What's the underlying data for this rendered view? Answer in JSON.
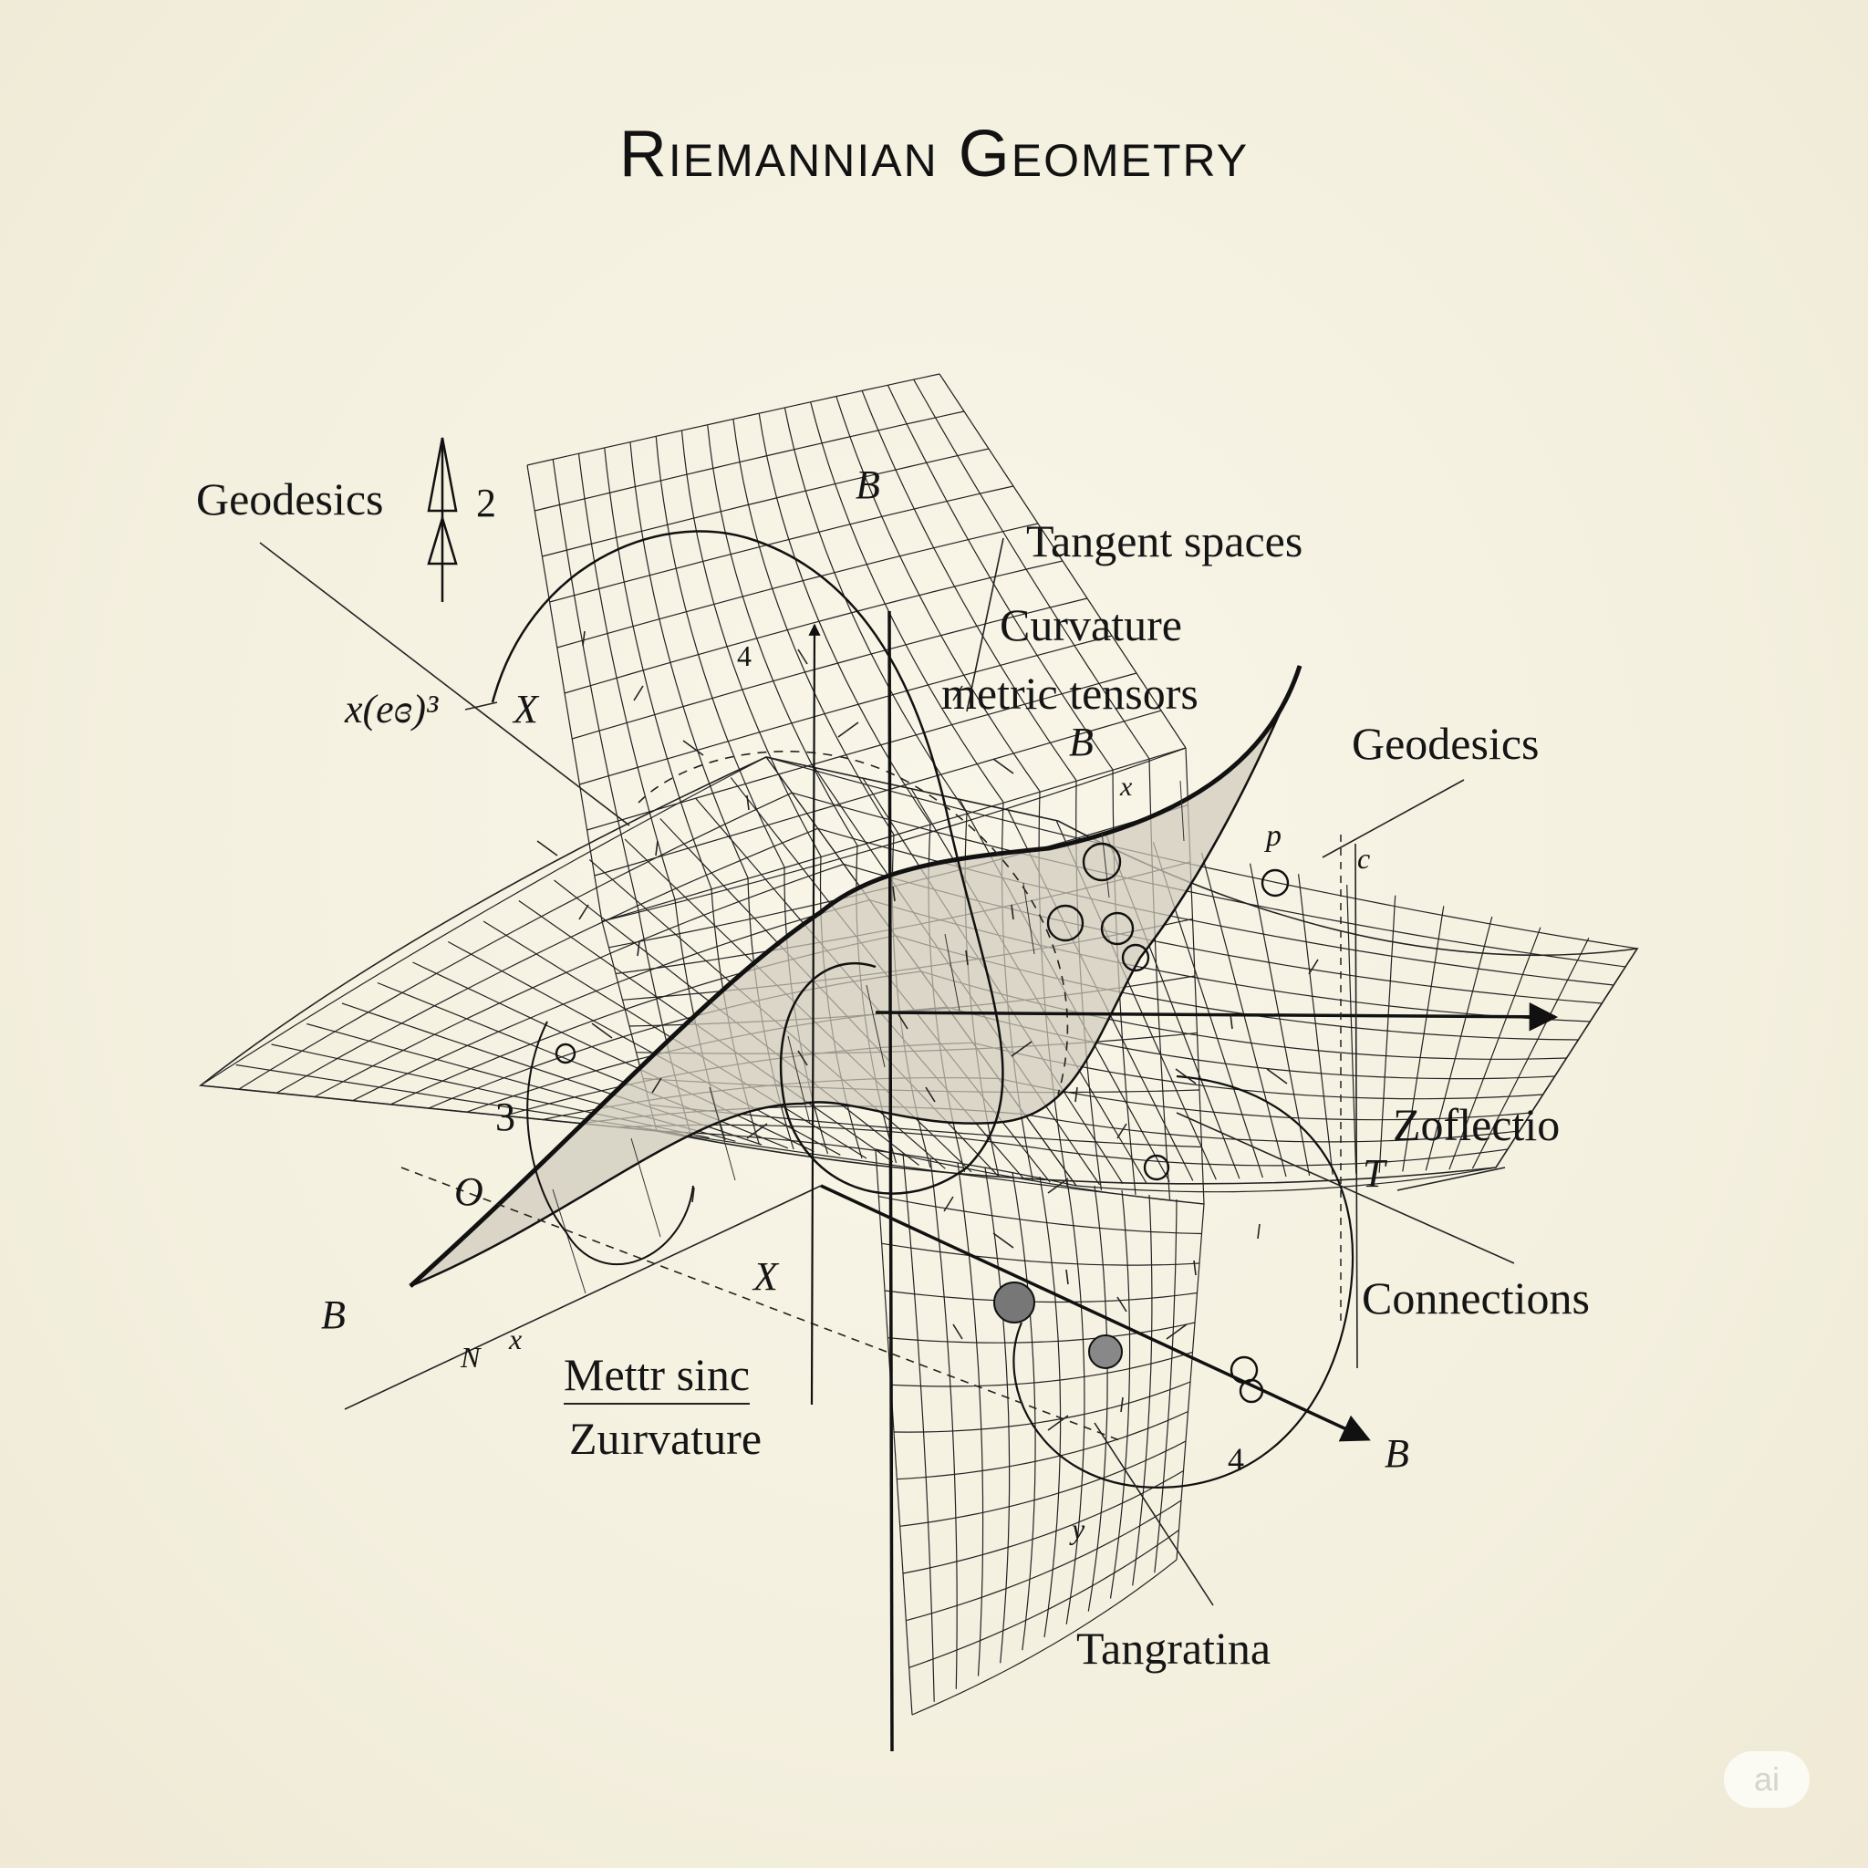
{
  "title": "Riemannian Geometry",
  "labels": {
    "geodesics_top_left": "Geodesics",
    "geodesics_num": "2",
    "tangent_spaces": "Tangent spaces",
    "curvature": "Curvature",
    "metric_tensors": "metric tensors",
    "geodesics_right": "Geodesics",
    "formula": "x(eɞ)³",
    "zoflectio": "Zoflectio",
    "connections": "Connections",
    "metr_sinc": "Mettr sinc",
    "zuirvature": "Zuırvature",
    "tangratina": "Tangratina"
  },
  "symbols": {
    "b_top": "B",
    "b_mid": "B",
    "b_left": "B",
    "b_right": "B",
    "x_upper": "X",
    "x_lower": "X",
    "x_small_1": "x",
    "x_small_2": "x",
    "o": "O",
    "n": "N",
    "t": "T",
    "p": "p",
    "c": "c",
    "y": "y",
    "num_3": "3",
    "num_4_top": "4",
    "num_4_bottom": "4"
  },
  "badge": "ai",
  "colors": {
    "background": "#f4f0df",
    "ink": "#111111",
    "surface_fill": "#c9c3b4"
  }
}
